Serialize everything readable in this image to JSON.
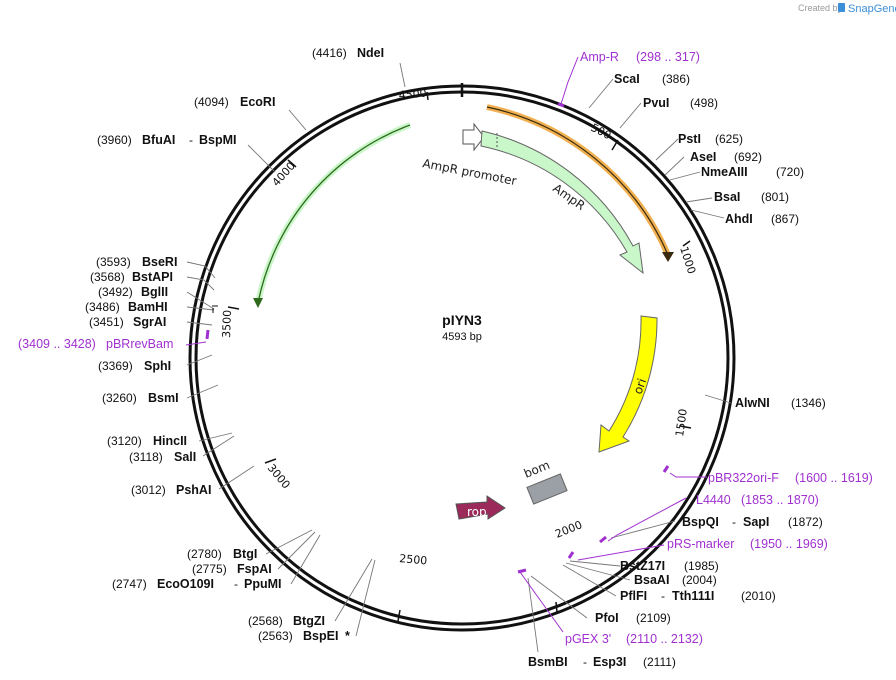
{
  "brand": {
    "created_by": "Created by",
    "name": "SnapGene"
  },
  "plasmid": {
    "name": "pIYN3",
    "size": "4593 bp"
  },
  "ticks": [
    "500",
    "1000",
    "1500",
    "2000",
    "2500",
    "3000",
    "3500",
    "4000",
    "4500"
  ],
  "features": {
    "ampr_promoter": "AmpR promoter",
    "ampr": "AmpR",
    "ori": "ori",
    "bom": "bom",
    "rop": "rop"
  },
  "sites": [
    {
      "name": "NdeI",
      "pos": "(4416)"
    },
    {
      "name": "EcoRI",
      "pos": "(4094)"
    },
    {
      "name": "BfuAI",
      "name2": "BspMI",
      "pos": "(3960)"
    },
    {
      "name": "BseRI",
      "pos": "(3593)"
    },
    {
      "name": "BstAPI",
      "pos": "(3568)"
    },
    {
      "name": "BglII",
      "pos": "(3492)"
    },
    {
      "name": "BamHI",
      "pos": "(3486)"
    },
    {
      "name": "SgrAI",
      "pos": "(3451)"
    },
    {
      "name": "SphI",
      "pos": "(3369)"
    },
    {
      "name": "BsmI",
      "pos": "(3260)"
    },
    {
      "name": "HincII",
      "pos": "(3120)"
    },
    {
      "name": "SalI",
      "pos": "(3118)"
    },
    {
      "name": "PshAI",
      "pos": "(3012)"
    },
    {
      "name": "BtgI",
      "pos": "(2780)"
    },
    {
      "name": "FspAI",
      "pos": "(2775)"
    },
    {
      "name": "EcoO109I",
      "name2": "PpuMI",
      "pos": "(2747)"
    },
    {
      "name": "BtgZI",
      "pos": "(2568)"
    },
    {
      "name": "BspEI",
      "star": "*",
      "pos": "(2563)"
    },
    {
      "name": "BsmBI",
      "name2": "Esp3I",
      "pos": "(2111)"
    },
    {
      "name": "PfoI",
      "pos": "(2109)"
    },
    {
      "name": "PflFI",
      "name2": "Tth111I",
      "pos": "(2010)"
    },
    {
      "name": "BsaAI",
      "pos": "(2004)"
    },
    {
      "name": "BstZ17I",
      "pos": "(1985)"
    },
    {
      "name": "BspQI",
      "name2": "SapI",
      "pos": "(1872)"
    },
    {
      "name": "AlwNI",
      "pos": "(1346)"
    },
    {
      "name": "AhdI",
      "pos": "(867)"
    },
    {
      "name": "BsaI",
      "pos": "(801)"
    },
    {
      "name": "NmeAIII",
      "pos": "(720)"
    },
    {
      "name": "AseI",
      "pos": "(692)"
    },
    {
      "name": "PstI",
      "pos": "(625)"
    },
    {
      "name": "PvuI",
      "pos": "(498)"
    },
    {
      "name": "ScaI",
      "pos": "(386)"
    }
  ],
  "primers": [
    {
      "name": "Amp-R",
      "range": "(298 .. 317)"
    },
    {
      "name": "pBRrevBam",
      "range": "(3409 .. 3428)"
    },
    {
      "name": "pBR322ori-F",
      "range": "(1600 .. 1619)"
    },
    {
      "name": "L4440",
      "range": "(1853 .. 1870)"
    },
    {
      "name": "pRS-marker",
      "range": "(1950 .. 1969)"
    },
    {
      "name": "pGEX 3'",
      "range": "(2110 .. 2132)"
    }
  ],
  "colors": {
    "ampr": "#c9f7c9",
    "ori": "#ffff00",
    "rop": "#9b2a5a",
    "bom": "#9aa0a6",
    "primer": "#a030d0",
    "orange_arrow": "#f0b050",
    "green_arrow": "#5aa832"
  }
}
